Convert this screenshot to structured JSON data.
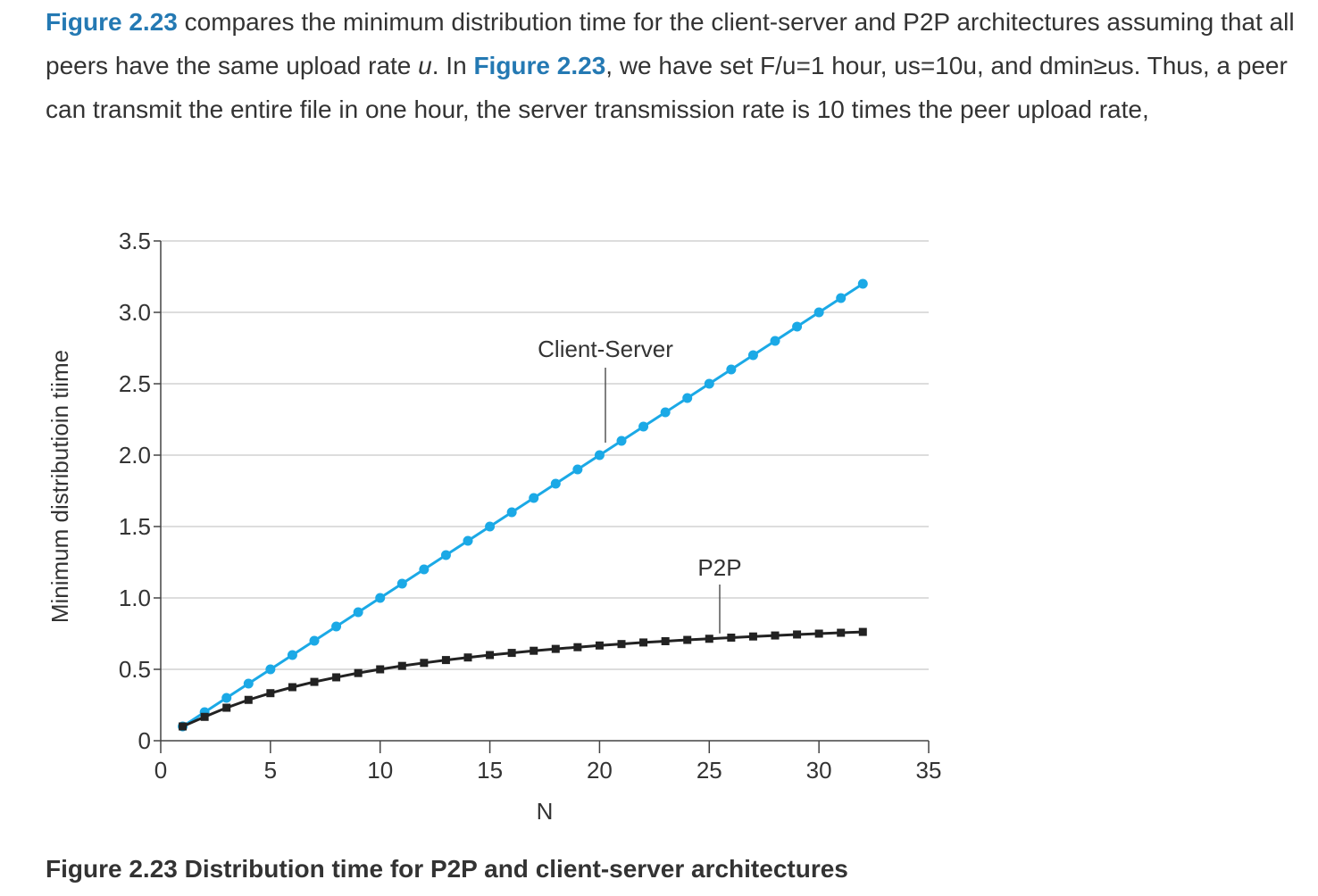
{
  "intro": {
    "fig_ref_1": "Figure 2.23",
    "text_1": " compares the minimum distribution time for the client-server and P2P architectures assuming that all peers have the same upload rate ",
    "var_u": "u",
    "text_2": ". In ",
    "fig_ref_2": "Figure 2.23",
    "text_3": ", we have set F/u=1 hour, us=10u, and dmin≥us. Thus, a peer can transmit the entire file in one hour, the server transmission rate is 10 times the peer upload rate,"
  },
  "caption": "Figure 2.23 Distribution time for P2P and client-server architectures",
  "colors": {
    "client_server": "#1ba9e6",
    "p2p": "#222222",
    "fig_ref": "#2479b3",
    "grid": "#dddddd"
  },
  "chart_data": {
    "type": "line",
    "title": "",
    "xlabel": "N",
    "ylabel": "Minimum distributioin tiime",
    "xlim": [
      0,
      35
    ],
    "ylim": [
      0,
      3.5
    ],
    "xticks": [
      0,
      5,
      10,
      15,
      20,
      25,
      30,
      35
    ],
    "xtick_labels": [
      "0",
      "5",
      "10",
      "15",
      "20",
      "25",
      "30",
      "35"
    ],
    "yticks": [
      0,
      0.5,
      1.0,
      1.5,
      2.0,
      2.5,
      3.0,
      3.5
    ],
    "ytick_labels": [
      "0",
      "0.5",
      "1.0",
      "1.5",
      "2.0",
      "2.5",
      "3.0",
      "3.5"
    ],
    "grid": "horizontal",
    "x": [
      1,
      2,
      3,
      4,
      5,
      6,
      7,
      8,
      9,
      10,
      11,
      12,
      13,
      14,
      15,
      16,
      17,
      18,
      19,
      20,
      21,
      22,
      23,
      24,
      25,
      26,
      27,
      28,
      29,
      30,
      31,
      32
    ],
    "series": [
      {
        "name": "Client-Server",
        "marker": "circle",
        "values": [
          0.1,
          0.2,
          0.3,
          0.4,
          0.5,
          0.6,
          0.7,
          0.8,
          0.9,
          1.0,
          1.1,
          1.2,
          1.3,
          1.4,
          1.5,
          1.6,
          1.7,
          1.8,
          1.9,
          2.0,
          2.1,
          2.2,
          2.3,
          2.4,
          2.5,
          2.6,
          2.7,
          2.8,
          2.9,
          3.0,
          3.1,
          3.2
        ]
      },
      {
        "name": "P2P",
        "marker": "square",
        "values": [
          0.1,
          0.167,
          0.231,
          0.286,
          0.333,
          0.375,
          0.412,
          0.444,
          0.474,
          0.5,
          0.524,
          0.545,
          0.565,
          0.583,
          0.6,
          0.615,
          0.63,
          0.643,
          0.655,
          0.667,
          0.677,
          0.688,
          0.697,
          0.706,
          0.714,
          0.722,
          0.73,
          0.737,
          0.744,
          0.75,
          0.756,
          0.762
        ]
      }
    ],
    "annotations": [
      {
        "text": "Client-Server",
        "series": 0,
        "point_index": 19
      },
      {
        "text": "P2P",
        "series": 1,
        "point_index": 24
      }
    ]
  }
}
